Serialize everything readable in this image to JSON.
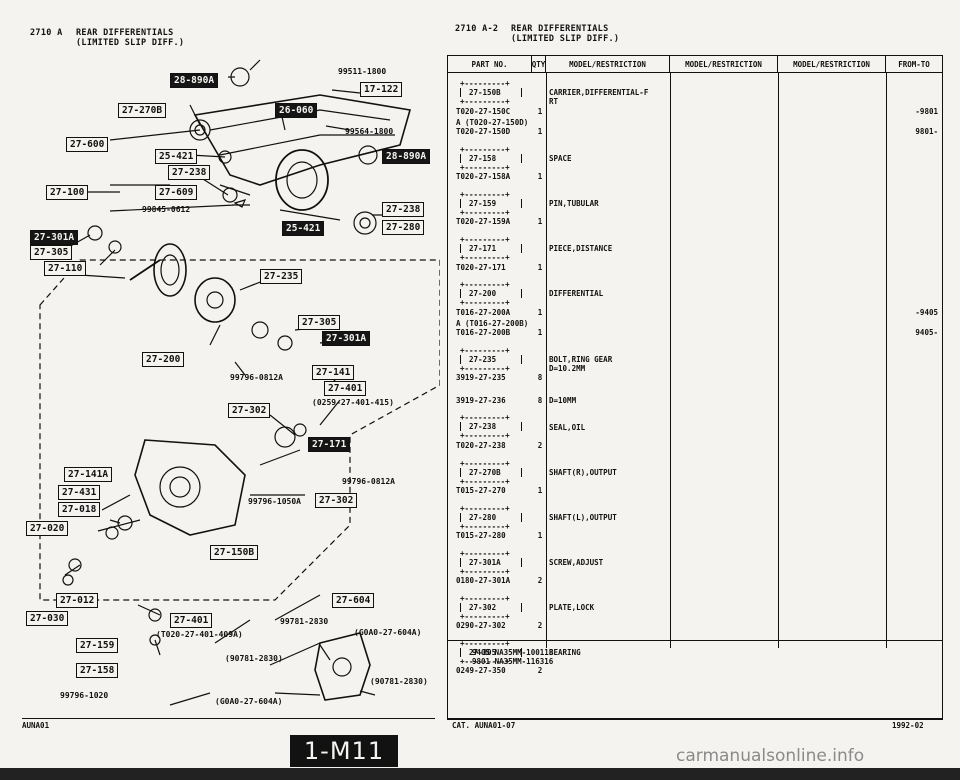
{
  "header": {
    "left": {
      "code": "2710 A",
      "title1": "REAR DIFFERENTIALS",
      "title2": "(LIMITED SLIP DIFF.)"
    },
    "right": {
      "code": "2710 A-2",
      "title1": "REAR DIFFERENTIALS",
      "title2": "(LIMITED SLIP DIFF.)"
    }
  },
  "diagram": {
    "labels": [
      {
        "text": "28-890A",
        "style": "inv"
      },
      {
        "text": "99511-1800",
        "style": "txt"
      },
      {
        "text": "17-122",
        "style": "box"
      },
      {
        "text": "27-270B",
        "style": "box"
      },
      {
        "text": "26-060",
        "style": "inv"
      },
      {
        "text": "99564-1800",
        "style": "txt"
      },
      {
        "text": "27-600",
        "style": "box"
      },
      {
        "text": "25-421",
        "style": "box"
      },
      {
        "text": "28-890A",
        "style": "inv"
      },
      {
        "text": "27-238",
        "style": "box"
      },
      {
        "text": "27-100",
        "style": "box"
      },
      {
        "text": "27-609",
        "style": "box"
      },
      {
        "text": "99845-0612",
        "style": "txt"
      },
      {
        "text": "27-238",
        "style": "box"
      },
      {
        "text": "25-421",
        "style": "inv"
      },
      {
        "text": "27-280",
        "style": "box"
      },
      {
        "text": "27-301A",
        "style": "inv"
      },
      {
        "text": "27-305",
        "style": "box"
      },
      {
        "text": "27-110",
        "style": "box"
      },
      {
        "text": "27-235",
        "style": "box"
      },
      {
        "text": "27-305",
        "style": "box"
      },
      {
        "text": "27-301A",
        "style": "box"
      },
      {
        "text": "27-200",
        "style": "box"
      },
      {
        "text": "99796-0812A",
        "style": "txt"
      },
      {
        "text": "27-141",
        "style": "box"
      },
      {
        "text": "27-401",
        "style": "box"
      },
      {
        "text": "(0259-27-401-415)",
        "style": "txt"
      },
      {
        "text": "27-302",
        "style": "box"
      },
      {
        "text": "27-171",
        "style": "inv"
      },
      {
        "text": "27-141A",
        "style": "box"
      },
      {
        "text": "99796-0812A",
        "style": "txt"
      },
      {
        "text": "27-431",
        "style": "box"
      },
      {
        "text": "99796-1050A",
        "style": "txt"
      },
      {
        "text": "27-302",
        "style": "box"
      },
      {
        "text": "27-018",
        "style": "box"
      },
      {
        "text": "27-020",
        "style": "box"
      },
      {
        "text": "27-150B",
        "style": "box"
      },
      {
        "text": "27-012",
        "style": "box"
      },
      {
        "text": "27-604",
        "style": "box"
      },
      {
        "text": "27-030",
        "style": "box"
      },
      {
        "text": "27-401",
        "style": "box"
      },
      {
        "text": "99781-2830",
        "style": "txt"
      },
      {
        "text": "(T020-27-401-409A)",
        "style": "txt"
      },
      {
        "text": "(G0A0-27-604A)",
        "style": "txt"
      },
      {
        "text": "27-159",
        "style": "box"
      },
      {
        "text": "(90781-2830)",
        "style": "txt"
      },
      {
        "text": "27-158",
        "style": "box"
      },
      {
        "text": "(90781-2830)",
        "style": "txt"
      },
      {
        "text": "99796-1020",
        "style": "txt"
      },
      {
        "text": "(G0A0-27-604A)",
        "style": "txt"
      }
    ]
  },
  "table": {
    "headers": [
      "PART NO.",
      "QTY",
      "MODEL/RESTRICTION",
      "MODEL/RESTRICTION",
      "MODEL/RESTRICTION",
      "FROM-TO"
    ],
    "rows": [
      {
        "box": "27-150B",
        "parts": [
          {
            "no": "T020-27-150C",
            "qty": "1",
            "desc": "CARRIER,DIFFERENTIAL-F",
            "desc2": "RT",
            "from": "-9801"
          },
          {
            "no": "A (T020-27-150D)",
            "qty": "",
            "desc": "",
            "desc2": "",
            "from": ""
          },
          {
            "no": "T020-27-150D",
            "qty": "1",
            "desc": "",
            "desc2": "",
            "from": "9801-"
          }
        ]
      },
      {
        "box": "27-158",
        "parts": [
          {
            "no": "T020-27-158A",
            "qty": "1",
            "desc": "SPACE",
            "desc2": "",
            "from": ""
          }
        ]
      },
      {
        "box": "27-159",
        "parts": [
          {
            "no": "T020-27-159A",
            "qty": "1",
            "desc": "PIN,TUBULAR",
            "desc2": "",
            "from": ""
          }
        ]
      },
      {
        "box": "27-171",
        "parts": [
          {
            "no": "T020-27-171",
            "qty": "1",
            "desc": "PIECE,DISTANCE",
            "desc2": "",
            "from": ""
          }
        ]
      },
      {
        "box": "27-200",
        "parts": [
          {
            "no": "T016-27-200A",
            "qty": "1",
            "desc": "DIFFERENTIAL",
            "desc2": "",
            "from": "-9405"
          },
          {
            "no": "A (T016-27-200B)",
            "qty": "",
            "desc": "",
            "desc2": "",
            "from": ""
          },
          {
            "no": "T016-27-200B",
            "qty": "1",
            "desc": "",
            "desc2": "",
            "from": "9405-"
          }
        ]
      },
      {
        "box": "27-235",
        "parts": [
          {
            "no": "3919-27-235",
            "qty": "8",
            "desc": "BOLT,RING GEAR",
            "desc2": "D=10.2MM",
            "from": ""
          },
          {
            "no": "3919-27-236",
            "qty": "8",
            "desc": "D=10MM",
            "desc2": "",
            "from": ""
          }
        ]
      },
      {
        "box": "27-238",
        "parts": [
          {
            "no": "T020-27-238",
            "qty": "2",
            "desc": "SEAL,OIL",
            "desc2": "",
            "from": ""
          }
        ]
      },
      {
        "box": "27-270B",
        "parts": [
          {
            "no": "T015-27-270",
            "qty": "1",
            "desc": "SHAFT(R),OUTPUT",
            "desc2": "",
            "from": ""
          }
        ]
      },
      {
        "box": "27-280",
        "parts": [
          {
            "no": "T015-27-280",
            "qty": "1",
            "desc": "SHAFT(L),OUTPUT",
            "desc2": "",
            "from": ""
          }
        ]
      },
      {
        "box": "27-301A",
        "parts": [
          {
            "no": "0180-27-301A",
            "qty": "2",
            "desc": "SCREW,ADJUST",
            "desc2": "",
            "from": ""
          }
        ]
      },
      {
        "box": "27-302",
        "parts": [
          {
            "no": "0290-27-302",
            "qty": "2",
            "desc": "PLATE,LOCK",
            "desc2": "",
            "from": ""
          }
        ]
      },
      {
        "box": "27-305",
        "parts": [
          {
            "no": "0249-27-350",
            "qty": "2",
            "desc": "BEARING",
            "desc2": "",
            "from": ""
          }
        ]
      }
    ],
    "footnote1": "9405 NA35MM-100118",
    "footnote2": "9801 NA35MM-116316"
  },
  "footer": {
    "left": "AUNA01",
    "center": "CAT. AUNA01-07",
    "right": "1992-02",
    "page": "1-M11",
    "watermark": "carmanualsonline.info"
  }
}
